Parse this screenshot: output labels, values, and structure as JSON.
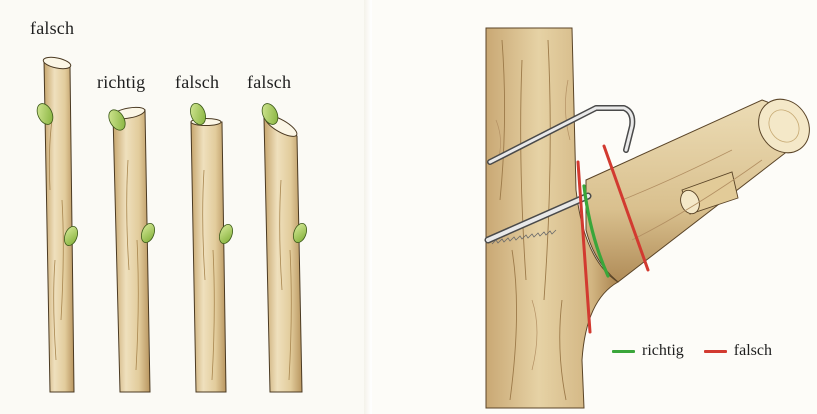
{
  "left_panel": {
    "labels": {
      "stick_1": "falsch",
      "stick_2": "richtig",
      "stick_3": "falsch",
      "stick_4": "falsch"
    }
  },
  "right_panel": {
    "legend": {
      "correct": {
        "label": "richtig",
        "color": "#3aa63a"
      },
      "wrong": {
        "label": "falsch",
        "color": "#d23a30"
      }
    }
  },
  "colors": {
    "bark_light": "#ead9b2",
    "bark_mid": "#d8bf8c",
    "bark_dark": "#9c7a49",
    "bud_green": "#a9cf5a",
    "saw_blade": "#e5e5e5"
  }
}
